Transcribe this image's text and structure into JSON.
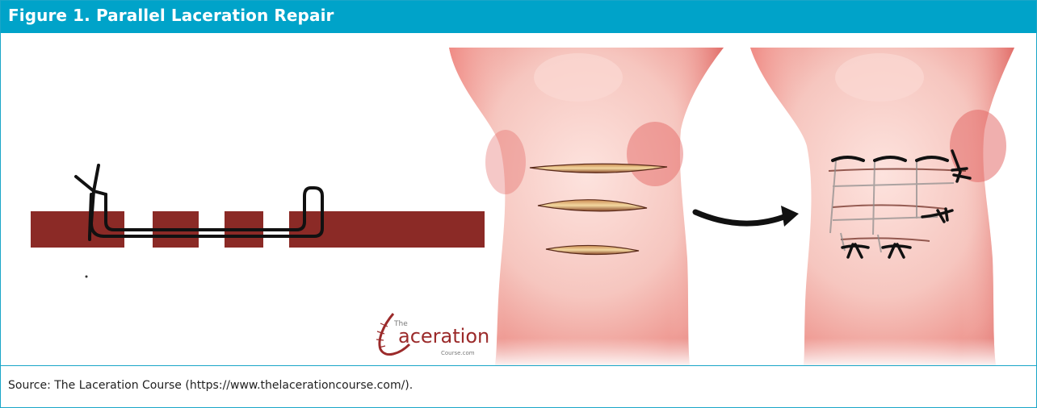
{
  "figure": {
    "title": "Figure 1. Parallel Laceration Repair",
    "source": "Source: The Laceration Course (https://www.thelacerationcourse.com/).",
    "colors": {
      "header": "#00a3c9",
      "tissue": "#8b2a26",
      "suture": "#111111",
      "skin": "#f6c3bd"
    }
  },
  "logo": {
    "line1": "The",
    "line2": "aceration",
    "line3": "Course.com",
    "initial": "L"
  }
}
